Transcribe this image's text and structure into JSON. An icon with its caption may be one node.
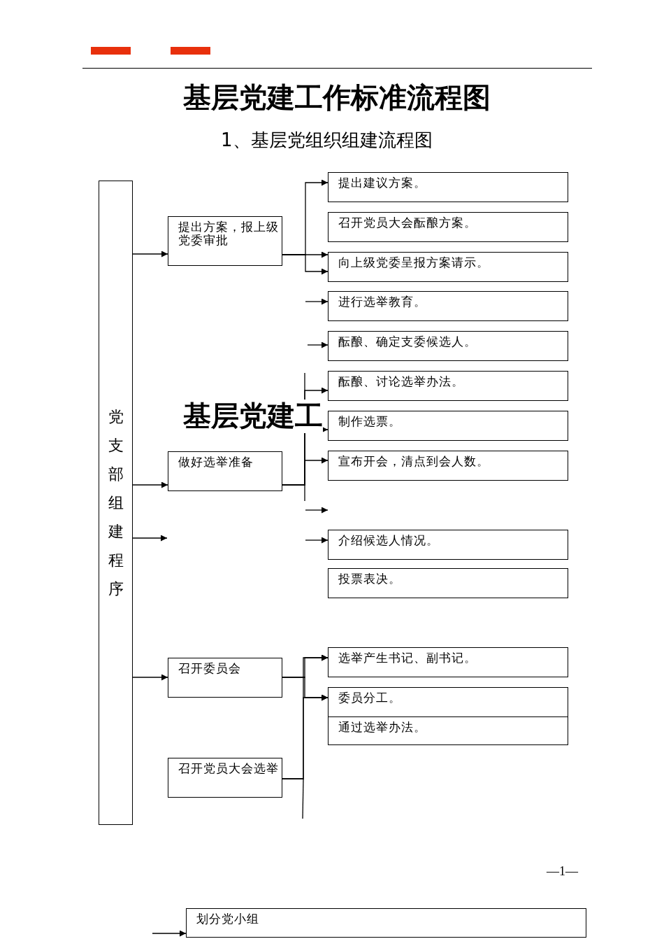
{
  "diagram": {
    "title": "基层党建工作标准流程图",
    "nodes": [
      {
        "text": [
          "党支部组建程序"
        ]
      },
      {
        "text": [
          "提出方案，报上级党委审批"
        ]
      },
      {
        "text": [
          "提出建议方案。"
        ]
      },
      {
        "text": [
          "召开党员大会酝酿方案。"
        ]
      },
      {
        "text": [
          "向上级党委呈报方案请示。"
        ]
      },
      {
        "text": [
          "进行选举教育。"
        ]
      },
      {
        "text": [
          "酝酿、确定支委候选人。"
        ]
      },
      {
        "text": [
          "酝酿、讨论选举办法。"
        ]
      },
      {
        "text": [
          "制作选票。"
        ]
      },
      {
        "text": [
          "做好选举准备"
        ]
      },
      {
        "text": [
          "宣布开会，清点到会人数。"
        ]
      },
      {
        "text": [
          "介绍候选人情况。"
        ]
      },
      {
        "text": [
          "投票表决。"
        ]
      },
      {
        "text": [
          "召开委员会"
        ]
      },
      {
        "text": [
          "选举产生书记、副书记。"
        ]
      },
      {
        "text": [
          "委员分工。"
        ]
      },
      {
        "text": [
          "通过选举办法。"
        ]
      },
      {
        "text": [
          "召开党员大会选举"
        ]
      },
      {
        "text": [
          "划分党小组"
        ]
      }
    ],
    "edges": [
      {
        "from": 0,
        "to": 1,
        "arrow": "to"
      },
      {
        "from": 1,
        "to": 2,
        "arrow": "to"
      },
      {
        "from": 1,
        "to": 4,
        "arrow": "to"
      },
      {
        "from": 1,
        "to": 4,
        "arrow": "to"
      },
      {
        "from": null,
        "to": 5,
        "arrow": "to"
      },
      {
        "from": null,
        "to": 6,
        "arrow": "to"
      },
      {
        "from": 0,
        "to": 9,
        "arrow": "to"
      },
      {
        "from": 9,
        "to": 7,
        "arrow": "to"
      },
      {
        "from": 9,
        "to": 8,
        "arrow": "to"
      },
      {
        "from": 9,
        "to": 10,
        "arrow": "to"
      },
      {
        "from": 0,
        "to": null,
        "arrow": "to"
      },
      {
        "from": null,
        "to": 11,
        "arrow": "to"
      },
      {
        "from": 0,
        "to": 13,
        "arrow": "to"
      },
      {
        "from": 13,
        "to": 14,
        "arrow": "to"
      },
      {
        "from": 13,
        "to": 15,
        "arrow": "to"
      },
      {
        "from": 17,
        "to": 14,
        "arrow": "to"
      },
      {
        "from": 17,
        "to": 15,
        "arrow": "to"
      },
      {
        "from": null,
        "to": 18,
        "arrow": "to"
      }
    ],
    "labels": [
      "1、基层党组织组建流程图",
      "基层党建工",
      "—1—"
    ]
  }
}
